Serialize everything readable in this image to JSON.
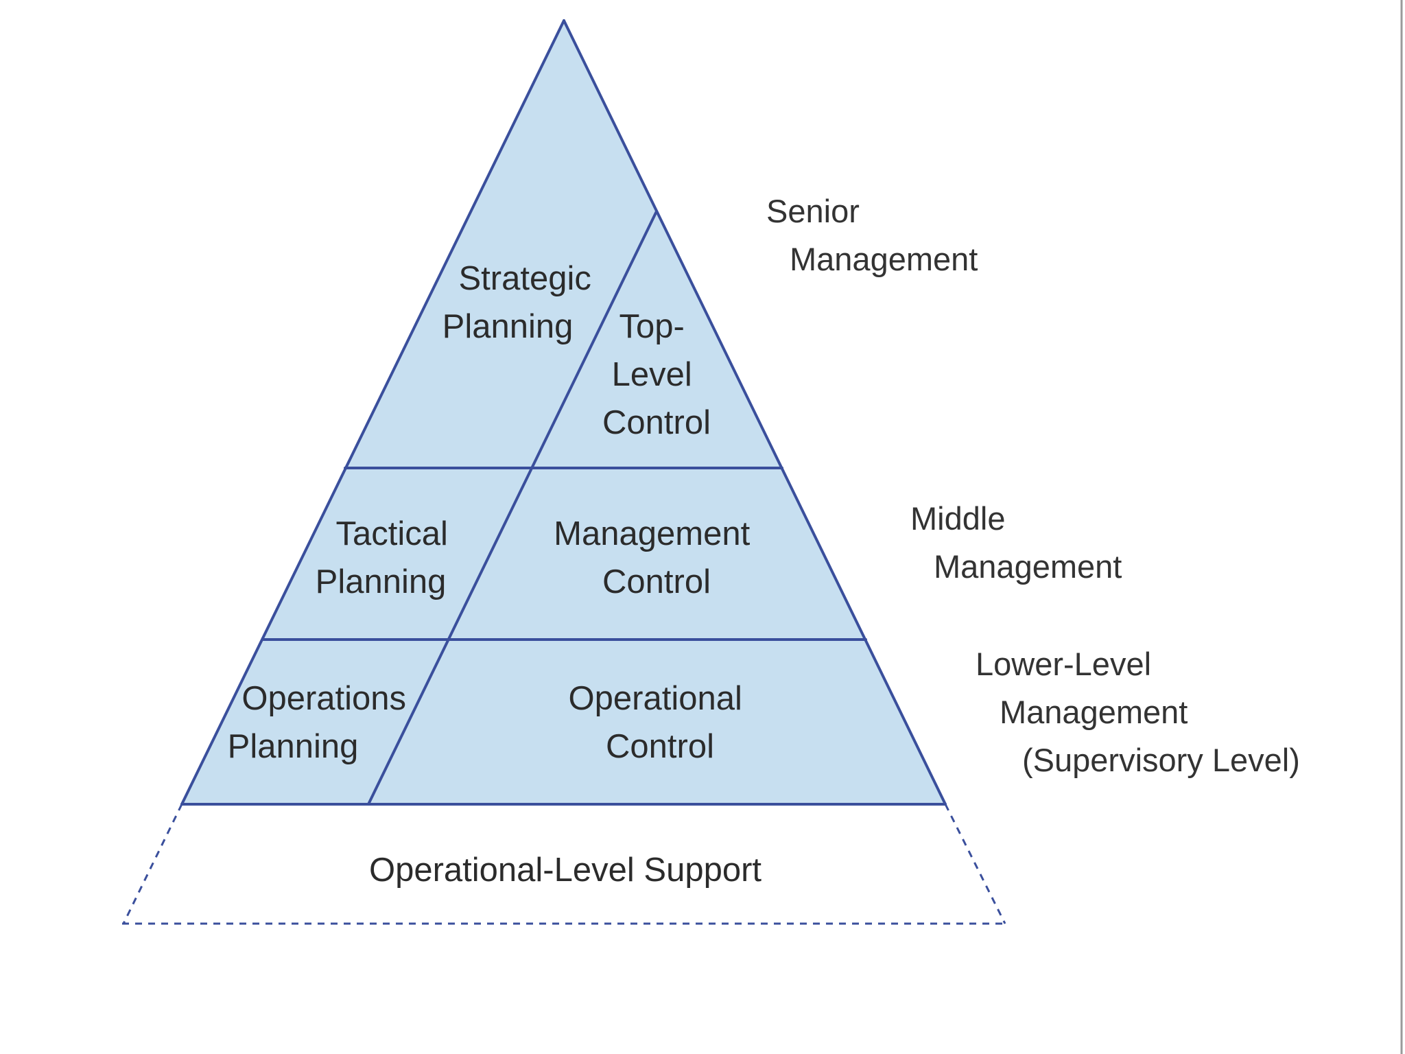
{
  "cells": {
    "strategic_planning": [
      "Strategic",
      "Planning"
    ],
    "top_level_control": [
      "Top-",
      "Level",
      "Control"
    ],
    "tactical_planning": [
      "Tactical",
      "Planning"
    ],
    "management_control": [
      "Management",
      "Control"
    ],
    "operations_planning": [
      "Operations",
      "Planning"
    ],
    "operational_control": [
      "Operational",
      "Control"
    ],
    "operational_support": "Operational-Level Support"
  },
  "levels": {
    "senior": [
      "Senior",
      "Management"
    ],
    "middle": [
      "Middle",
      "Management"
    ],
    "lower": [
      "Lower-Level",
      "Management",
      "(Supervisory Level)"
    ]
  },
  "colors": {
    "fill": "#c7dff0",
    "line": "#3a4f9c"
  }
}
